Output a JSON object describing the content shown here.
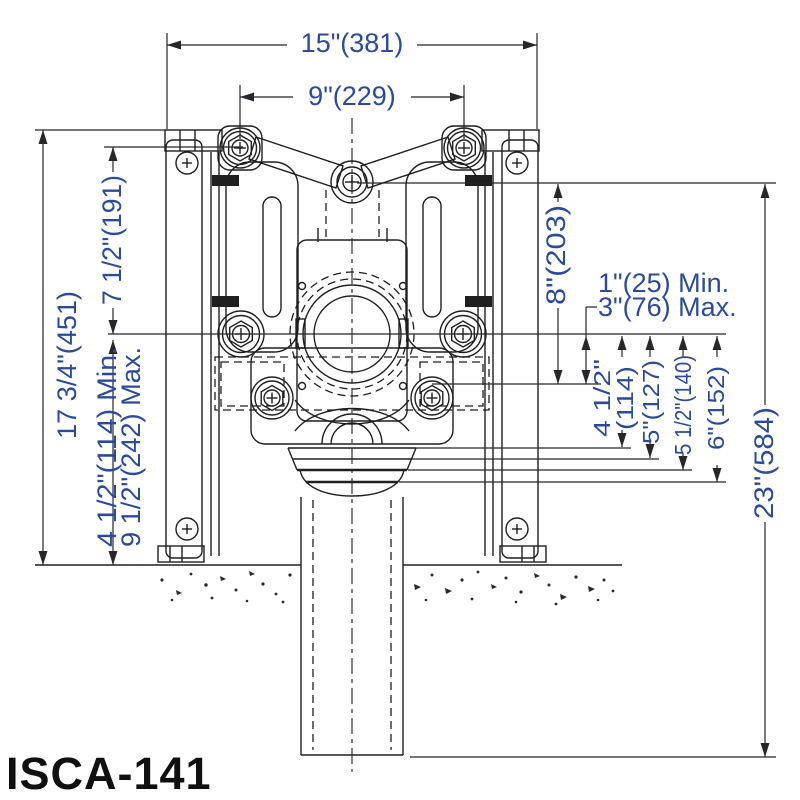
{
  "title": {
    "model": "ISCA-141"
  },
  "colors": {
    "dimension_text": "#2b4a9d",
    "line_art": "#1f1f1f",
    "background": "#ffffff",
    "model_text": "#101010"
  },
  "dimensions": {
    "overall_width": "15\"(381)",
    "bolt_spacing": "9\"(229)",
    "overall_height": "17 3/4\"(451)",
    "top_to_centerline": "7 1/2\"(191)",
    "centerline_to_floor_min": "4 1/2\"(114) Min.",
    "centerline_to_floor_max": "9 1/2\"(242) Max.",
    "top_to_plate": "8\"(203)",
    "plate_min": "1\"(25) Min.",
    "plate_max": "3\"(76) Max.",
    "outlet_dim_a_line1": "4 1/2\"",
    "outlet_dim_a_line2": "(114)",
    "outlet_dim_b": "5\"(127)",
    "outlet_dim_c": "5 1/2\"(140)",
    "outlet_dim_d": "6\"(152)",
    "overall_depth": "23\"(584)"
  }
}
